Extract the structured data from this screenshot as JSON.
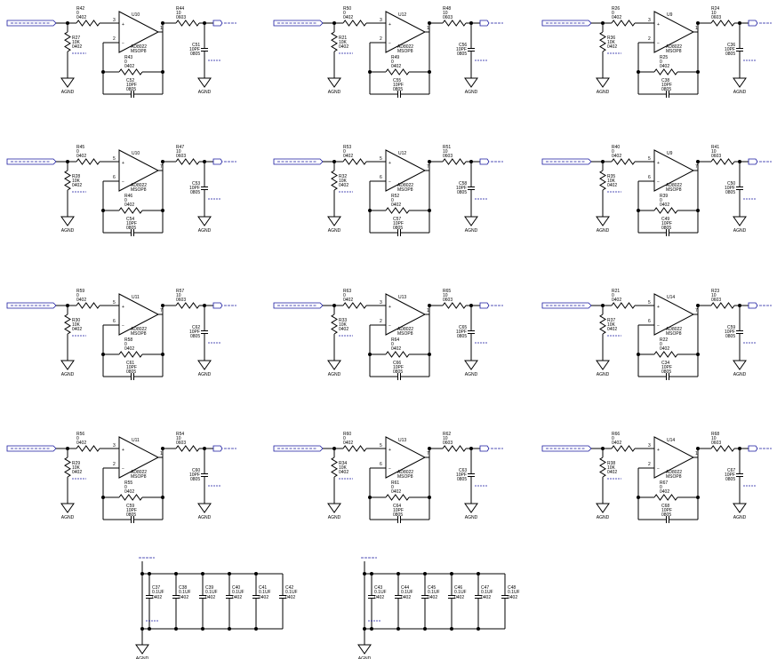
{
  "colors": {
    "wire": "#000000",
    "net_label": "#1a1aa0",
    "background": "#ffffff"
  },
  "amplifier_stages": [
    {
      "rin": "R42",
      "rsh": "R27",
      "op": "U10",
      "rout": "R44",
      "rfb": "R43",
      "cfb": "C52",
      "cout": "C51",
      "pin_pos": "3",
      "pin_neg": "2",
      "pin_out": "1",
      "show_part": true
    },
    {
      "rin": "R50",
      "rsh": "R21",
      "op": "U12",
      "rout": "R48",
      "rfb": "R49",
      "cfb": "C55",
      "cout": "C56",
      "pin_pos": "3",
      "pin_neg": "2",
      "pin_out": "1",
      "show_part": true
    },
    {
      "rin": "R26",
      "rsh": "R36",
      "op": "U9",
      "rout": "R24",
      "rfb": "R25",
      "cfb": "C38",
      "cout": "C36",
      "pin_pos": "3",
      "pin_neg": "2",
      "pin_out": "1",
      "show_part": true
    },
    {
      "rin": "R45",
      "rsh": "R28",
      "op": "U10",
      "rout": "R47",
      "rfb": "R46",
      "cfb": "C54",
      "cout": "C53",
      "pin_pos": "5",
      "pin_neg": "6",
      "pin_out": "7",
      "show_part": true
    },
    {
      "rin": "R53",
      "rsh": "R32",
      "op": "U12",
      "rout": "R51",
      "rfb": "R52",
      "cfb": "C57",
      "cout": "C58",
      "pin_pos": "5",
      "pin_neg": "6",
      "pin_out": "7",
      "show_part": true
    },
    {
      "rin": "R40",
      "rsh": "R35",
      "op": "U9",
      "rout": "R41",
      "rfb": "R39",
      "cfb": "C49",
      "cout": "C50",
      "pin_pos": "5",
      "pin_neg": "6",
      "pin_out": "7",
      "show_part": true
    },
    {
      "rin": "R59",
      "rsh": "R30",
      "op": "U11",
      "rout": "R57",
      "rfb": "R58",
      "cfb": "C61",
      "cout": "C62",
      "pin_pos": "5",
      "pin_neg": "6",
      "pin_out": "7",
      "show_part": true
    },
    {
      "rin": "R63",
      "rsh": "R33",
      "op": "U13",
      "rout": "R65",
      "rfb": "R64",
      "cfb": "C66",
      "cout": "C65",
      "pin_pos": "3",
      "pin_neg": "2",
      "pin_out": "1",
      "show_part": true
    },
    {
      "rin": "R21",
      "rsh": "R37",
      "op": "U14",
      "rout": "R23",
      "rfb": "R22",
      "cfb": "C34",
      "cout": "C59",
      "pin_pos": "5",
      "pin_neg": "6",
      "pin_out": "7",
      "show_part": true
    },
    {
      "rin": "R56",
      "rsh": "R29",
      "op": "U11",
      "rout": "R54",
      "rfb": "R55",
      "cfb": "C59",
      "cout": "C60",
      "pin_pos": "3",
      "pin_neg": "2",
      "pin_out": "1",
      "show_part": true
    },
    {
      "rin": "R60",
      "rsh": "R34",
      "op": "U13",
      "rout": "R62",
      "rfb": "R61",
      "cfb": "C64",
      "cout": "C63",
      "pin_pos": "5",
      "pin_neg": "6",
      "pin_out": "7",
      "show_part": true
    },
    {
      "rin": "R66",
      "rsh": "R38",
      "op": "U14",
      "rout": "R68",
      "rfb": "R67",
      "cfb": "C68",
      "cout": "C67",
      "pin_pos": "3",
      "pin_neg": "2",
      "pin_out": "1",
      "show_part": true
    }
  ],
  "stage_values": {
    "rin_value": "0",
    "rin_pkg": "0402",
    "rsh_value": "10K",
    "rsh_pkg": "0402",
    "rfb_value": "0",
    "rfb_pkg": "0402",
    "rout_value": "10",
    "rout_pkg": "0603",
    "cap_value": "10PF",
    "cap_pkg": "0805",
    "opamp_part": "AD8022",
    "opamp_pkg": "MSOP8",
    "ground_label": "AGND",
    "plus": "+",
    "minus": "−"
  },
  "decoupling_banks": [
    {
      "caps": [
        {
          "ref": "C37",
          "value": "0.1UF",
          "pkg": "0402"
        },
        {
          "ref": "C38",
          "value": "0.1UF",
          "pkg": "0402"
        },
        {
          "ref": "C39",
          "value": "0.1UF",
          "pkg": "0402"
        },
        {
          "ref": "C40",
          "value": "0.1UF",
          "pkg": "0402"
        },
        {
          "ref": "C41",
          "value": "0.1UF",
          "pkg": "0402"
        },
        {
          "ref": "C42",
          "value": "0.1UF",
          "pkg": "0402"
        }
      ],
      "ground_label": "AGND"
    },
    {
      "caps": [
        {
          "ref": "C43",
          "value": "0.1UF",
          "pkg": "0402"
        },
        {
          "ref": "C44",
          "value": "0.1UF",
          "pkg": "0402"
        },
        {
          "ref": "C45",
          "value": "0.1UF",
          "pkg": "0402"
        },
        {
          "ref": "C46",
          "value": "0.1UF",
          "pkg": "0402"
        },
        {
          "ref": "C47",
          "value": "0.1UF",
          "pkg": "0402"
        },
        {
          "ref": "C48",
          "value": "0.1UF",
          "pkg": "0402"
        }
      ],
      "ground_label": "AGND"
    }
  ]
}
